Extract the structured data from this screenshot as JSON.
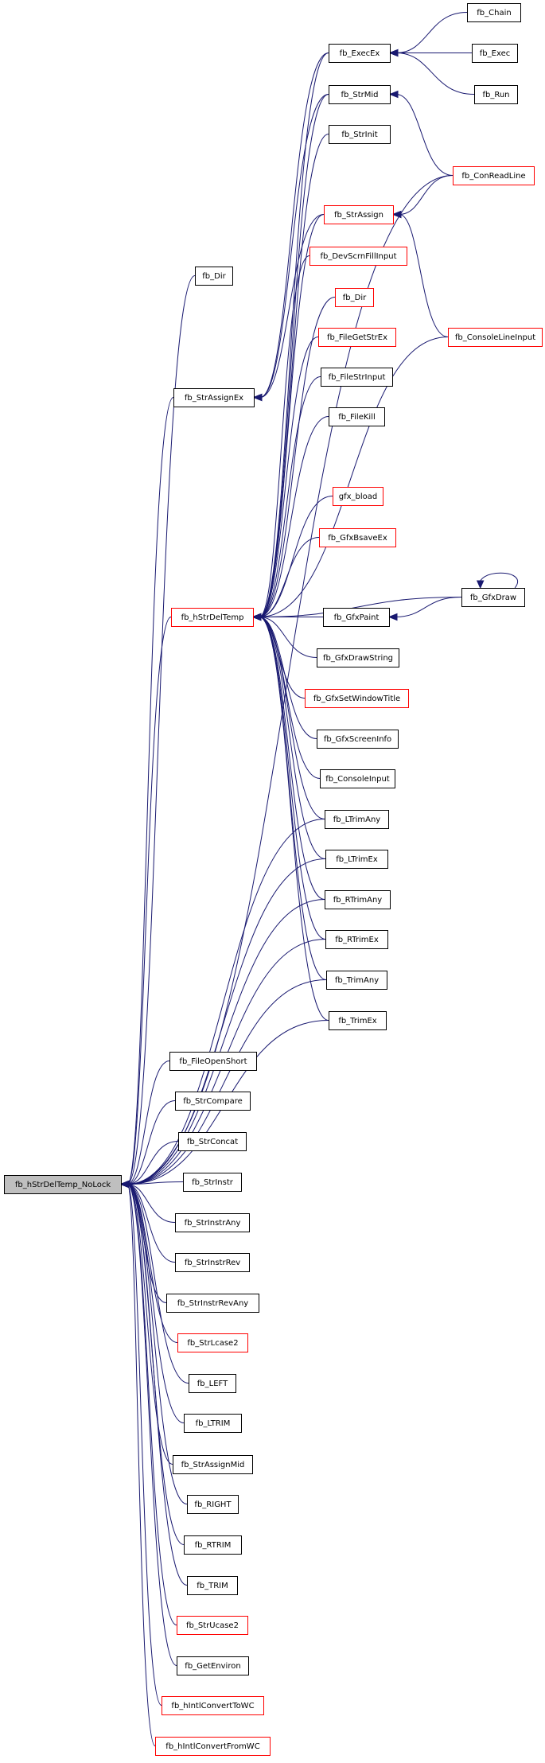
{
  "graph": {
    "edge_color": "#191970",
    "root_fill": "#bfbfbf",
    "nodes": [
      {
        "id": "root",
        "label": "fb_hStrDelTemp_NoLock",
        "border": "root"
      },
      {
        "id": "fb_Chain",
        "label": "fb_Chain",
        "border": "black"
      },
      {
        "id": "fb_ExecEx",
        "label": "fb_ExecEx",
        "border": "black"
      },
      {
        "id": "fb_Exec",
        "label": "fb_Exec",
        "border": "black"
      },
      {
        "id": "fb_Run",
        "label": "fb_Run",
        "border": "black"
      },
      {
        "id": "fb_StrMid",
        "label": "fb_StrMid",
        "border": "black"
      },
      {
        "id": "fb_StrInit",
        "label": "fb_StrInit",
        "border": "black"
      },
      {
        "id": "fb_ConReadLine",
        "label": "fb_ConReadLine",
        "border": "red"
      },
      {
        "id": "fb_StrAssign",
        "label": "fb_StrAssign",
        "border": "red"
      },
      {
        "id": "fb_DevScrnFillInput",
        "label": "fb_DevScrnFillInput",
        "border": "red"
      },
      {
        "id": "fb_Dir_left",
        "label": "fb_Dir",
        "border": "black"
      },
      {
        "id": "fb_Dir_right",
        "label": "fb_Dir",
        "border": "red"
      },
      {
        "id": "fb_FileGetStrEx",
        "label": "fb_FileGetStrEx",
        "border": "red"
      },
      {
        "id": "fb_ConsoleLineInput",
        "label": "fb_ConsoleLineInput",
        "border": "red"
      },
      {
        "id": "fb_StrAssignEx",
        "label": "fb_StrAssignEx",
        "border": "black"
      },
      {
        "id": "fb_FileStrInput",
        "label": "fb_FileStrInput",
        "border": "black"
      },
      {
        "id": "fb_FileKill",
        "label": "fb_FileKill",
        "border": "black"
      },
      {
        "id": "gfx_bload",
        "label": "gfx_bload",
        "border": "red"
      },
      {
        "id": "fb_GfxBsaveEx",
        "label": "fb_GfxBsaveEx",
        "border": "red"
      },
      {
        "id": "fb_GfxDraw",
        "label": "fb_GfxDraw",
        "border": "black"
      },
      {
        "id": "fb_hStrDelTemp",
        "label": "fb_hStrDelTemp",
        "border": "red"
      },
      {
        "id": "fb_GfxPaint",
        "label": "fb_GfxPaint",
        "border": "black"
      },
      {
        "id": "fb_GfxDrawString",
        "label": "fb_GfxDrawString",
        "border": "black"
      },
      {
        "id": "fb_GfxSetWindowTitle",
        "label": "fb_GfxSetWindowTitle",
        "border": "red"
      },
      {
        "id": "fb_GfxScreenInfo",
        "label": "fb_GfxScreenInfo",
        "border": "black"
      },
      {
        "id": "fb_ConsoleInput",
        "label": "fb_ConsoleInput",
        "border": "black"
      },
      {
        "id": "fb_LTrimAny",
        "label": "fb_LTrimAny",
        "border": "black"
      },
      {
        "id": "fb_LTrimEx",
        "label": "fb_LTrimEx",
        "border": "black"
      },
      {
        "id": "fb_RTrimAny",
        "label": "fb_RTrimAny",
        "border": "black"
      },
      {
        "id": "fb_RTrimEx",
        "label": "fb_RTrimEx",
        "border": "black"
      },
      {
        "id": "fb_TrimAny",
        "label": "fb_TrimAny",
        "border": "black"
      },
      {
        "id": "fb_TrimEx",
        "label": "fb_TrimEx",
        "border": "black"
      },
      {
        "id": "fb_FileOpenShort",
        "label": "fb_FileOpenShort",
        "border": "black"
      },
      {
        "id": "fb_StrCompare",
        "label": "fb_StrCompare",
        "border": "black"
      },
      {
        "id": "fb_StrConcat",
        "label": "fb_StrConcat",
        "border": "black"
      },
      {
        "id": "fb_StrInstr",
        "label": "fb_StrInstr",
        "border": "black"
      },
      {
        "id": "fb_StrInstrAny",
        "label": "fb_StrInstrAny",
        "border": "black"
      },
      {
        "id": "fb_StrInstrRev",
        "label": "fb_StrInstrRev",
        "border": "black"
      },
      {
        "id": "fb_StrInstrRevAny",
        "label": "fb_StrInstrRevAny",
        "border": "black"
      },
      {
        "id": "fb_StrLcase2",
        "label": "fb_StrLcase2",
        "border": "red"
      },
      {
        "id": "fb_LEFT",
        "label": "fb_LEFT",
        "border": "black"
      },
      {
        "id": "fb_LTRIM",
        "label": "fb_LTRIM",
        "border": "black"
      },
      {
        "id": "fb_StrAssignMid",
        "label": "fb_StrAssignMid",
        "border": "black"
      },
      {
        "id": "fb_RIGHT",
        "label": "fb_RIGHT",
        "border": "black"
      },
      {
        "id": "fb_RTRIM",
        "label": "fb_RTRIM",
        "border": "black"
      },
      {
        "id": "fb_TRIM",
        "label": "fb_TRIM",
        "border": "black"
      },
      {
        "id": "fb_StrUcase2",
        "label": "fb_StrUcase2",
        "border": "red"
      },
      {
        "id": "fb_GetEnviron",
        "label": "fb_GetEnviron",
        "border": "black"
      },
      {
        "id": "fb_hIntlConvertToWC",
        "label": "fb_hIntlConvertToWC",
        "border": "red"
      },
      {
        "id": "fb_hIntlConvertFromWC",
        "label": "fb_hIntlConvertFromWC",
        "border": "red"
      }
    ],
    "edges": [
      [
        "fb_ExecEx",
        "fb_Chain"
      ],
      [
        "fb_ExecEx",
        "fb_Exec"
      ],
      [
        "fb_ExecEx",
        "fb_Run"
      ],
      [
        "fb_StrMid",
        "fb_ConReadLine"
      ],
      [
        "fb_StrAssign",
        "fb_ConReadLine"
      ],
      [
        "fb_StrAssign",
        "fb_ConsoleLineInput"
      ],
      [
        "fb_StrAssignEx",
        "fb_ExecEx"
      ],
      [
        "fb_StrAssignEx",
        "fb_StrMid"
      ],
      [
        "fb_StrAssignEx",
        "fb_StrAssign"
      ],
      [
        "fb_GfxDraw",
        "fb_GfxDraw"
      ],
      [
        "fb_GfxPaint",
        "fb_GfxDraw"
      ],
      [
        "fb_hStrDelTemp",
        "fb_ExecEx"
      ],
      [
        "fb_hStrDelTemp",
        "fb_StrMid"
      ],
      [
        "fb_hStrDelTemp",
        "fb_StrInit"
      ],
      [
        "fb_hStrDelTemp",
        "fb_StrAssign"
      ],
      [
        "fb_hStrDelTemp",
        "fb_DevScrnFillInput"
      ],
      [
        "fb_hStrDelTemp",
        "fb_Dir_right"
      ],
      [
        "fb_hStrDelTemp",
        "fb_FileGetStrEx"
      ],
      [
        "fb_hStrDelTemp",
        "fb_FileStrInput"
      ],
      [
        "fb_hStrDelTemp",
        "fb_FileKill"
      ],
      [
        "fb_hStrDelTemp",
        "fb_ConsoleLineInput"
      ],
      [
        "fb_hStrDelTemp",
        "gfx_bload"
      ],
      [
        "fb_hStrDelTemp",
        "fb_GfxBsaveEx"
      ],
      [
        "fb_hStrDelTemp",
        "fb_GfxDraw"
      ],
      [
        "fb_hStrDelTemp",
        "fb_GfxPaint"
      ],
      [
        "fb_hStrDelTemp",
        "fb_GfxDrawString"
      ],
      [
        "fb_hStrDelTemp",
        "fb_GfxSetWindowTitle"
      ],
      [
        "fb_hStrDelTemp",
        "fb_GfxScreenInfo"
      ],
      [
        "fb_hStrDelTemp",
        "fb_ConsoleInput"
      ],
      [
        "fb_hStrDelTemp",
        "fb_LTrimAny"
      ],
      [
        "fb_hStrDelTemp",
        "fb_LTrimEx"
      ],
      [
        "fb_hStrDelTemp",
        "fb_RTrimAny"
      ],
      [
        "fb_hStrDelTemp",
        "fb_RTrimEx"
      ],
      [
        "fb_hStrDelTemp",
        "fb_TrimAny"
      ],
      [
        "fb_hStrDelTemp",
        "fb_TrimEx"
      ],
      [
        "root",
        "fb_Dir_left"
      ],
      [
        "root",
        "fb_ConReadLine"
      ],
      [
        "root",
        "fb_StrAssignEx"
      ],
      [
        "root",
        "fb_hStrDelTemp"
      ],
      [
        "root",
        "fb_LTrimAny"
      ],
      [
        "root",
        "fb_LTrimEx"
      ],
      [
        "root",
        "fb_RTrimAny"
      ],
      [
        "root",
        "fb_RTrimEx"
      ],
      [
        "root",
        "fb_TrimAny"
      ],
      [
        "root",
        "fb_TrimEx"
      ],
      [
        "root",
        "fb_FileOpenShort"
      ],
      [
        "root",
        "fb_StrCompare"
      ],
      [
        "root",
        "fb_StrConcat"
      ],
      [
        "root",
        "fb_StrInstr"
      ],
      [
        "root",
        "fb_StrInstrAny"
      ],
      [
        "root",
        "fb_StrInstrRev"
      ],
      [
        "root",
        "fb_StrInstrRevAny"
      ],
      [
        "root",
        "fb_StrLcase2"
      ],
      [
        "root",
        "fb_LEFT"
      ],
      [
        "root",
        "fb_LTRIM"
      ],
      [
        "root",
        "fb_StrAssignMid"
      ],
      [
        "root",
        "fb_RIGHT"
      ],
      [
        "root",
        "fb_RTRIM"
      ],
      [
        "root",
        "fb_TRIM"
      ],
      [
        "root",
        "fb_StrUcase2"
      ],
      [
        "root",
        "fb_GetEnviron"
      ],
      [
        "root",
        "fb_hIntlConvertToWC"
      ],
      [
        "root",
        "fb_hIntlConvertFromWC"
      ]
    ]
  }
}
